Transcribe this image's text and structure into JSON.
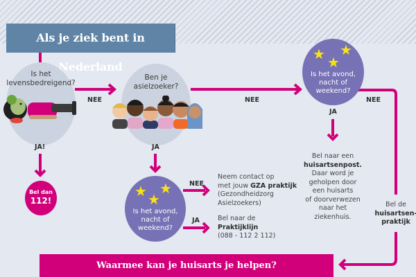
{
  "title": "Als je ziek bent in Nederland",
  "colors": {
    "accent": "#d1007a",
    "title_bg": "#5f84a6",
    "question_gray": "#cad3df",
    "question_purple": "#7771b5",
    "star": "#f7e21a",
    "background": "#e4e8f1"
  },
  "nodes": {
    "q_life": {
      "text_line1": "Is het",
      "text_line2": "levensbedreigend?",
      "illustration": "injured-person-lying"
    },
    "q_asylum": {
      "text_line1": "Ben je",
      "text_line2": "asielzoeker?",
      "illustration": "group-of-six-people"
    },
    "q_evening_top": {
      "line1": "Is het avond,",
      "line2": "nacht of",
      "line3": "weekend?",
      "icon": "stars-icon"
    },
    "q_evening_bottom": {
      "line1": "Is het avond,",
      "line2": "nacht of",
      "line3": "weekend?",
      "icon": "stars-icon"
    },
    "call112": {
      "line1": "Bel dan",
      "line2": "112!"
    }
  },
  "edge_labels": {
    "life_yes": "JA!",
    "life_no": "NEE",
    "asylum_yes": "JA",
    "asylum_no": "NEE",
    "evening_top_yes": "JA",
    "evening_top_no": "NEE",
    "evening_bottom_no": "NEE",
    "evening_bottom_yes": "JA"
  },
  "outcomes": {
    "gza": {
      "line1": "Neem contact op",
      "line2_pre": "met jouw ",
      "line2_bold": "GZA praktijk",
      "line3": "(Gezondheidzorg",
      "line4": "Asielzoekers)"
    },
    "praktijklijn": {
      "line1": "Bel naar de",
      "line2_bold": "Praktijklijn",
      "line3": "(088 - 112 2 112)"
    },
    "huisartsenpost": {
      "line1": "Bel naar een",
      "line2_bold": "huisartsenpost.",
      "line3": "Daar word je",
      "line4": "geholpen door",
      "line5": "een huisarts",
      "line6": "of doorverwezen",
      "line7": "naar het",
      "line8": "ziekenhuis."
    },
    "huisartsenpraktijk": {
      "line1": "Bel de",
      "line2_bold": "huisartsen-",
      "line3_bold": "praktijk"
    }
  },
  "bottom_banner": "Waarmee kan je huisarts je helpen?"
}
